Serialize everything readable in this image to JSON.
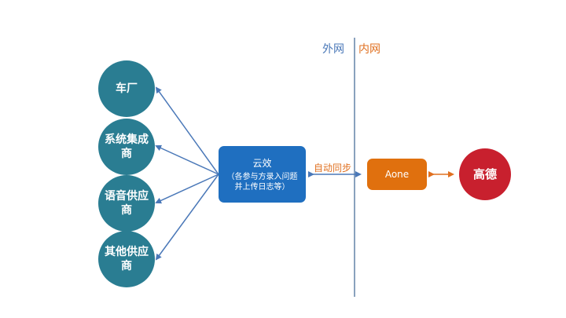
{
  "zones": {
    "external": "外网",
    "internal": "内网"
  },
  "partners": [
    {
      "label": "车厂"
    },
    {
      "label": "系统集成商"
    },
    {
      "label": "语音供应商"
    },
    {
      "label": "其他供应商"
    }
  ],
  "hub": {
    "title": "云效",
    "note": "（各参与方录入问题并上传日志等）"
  },
  "sync_label": "自动同步",
  "internal_system": {
    "label": "Aone"
  },
  "target": {
    "label": "高德"
  },
  "colors": {
    "partner": "#2a7d92",
    "hub": "#1f6fc0",
    "internal_system": "#e0700e",
    "target": "#c8202e",
    "external_zone_text": "#4a78b8",
    "internal_zone_text": "#e07020",
    "divider": "#4a6f9a",
    "arrow_blue": "#4a78b8",
    "arrow_orange": "#e07020"
  }
}
